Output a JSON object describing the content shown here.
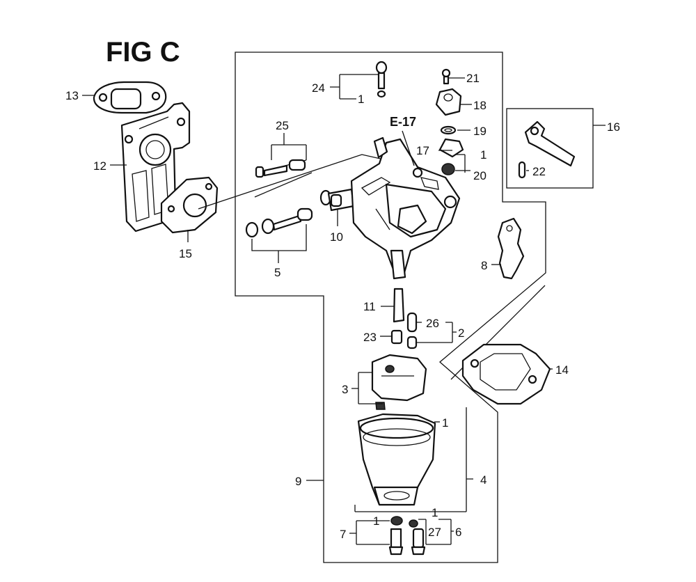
{
  "title": "FIG C",
  "reference": "E-17",
  "callouts": {
    "c1a": "1",
    "c1b": "1",
    "c1c": "1",
    "c1d": "1",
    "c1e": "1",
    "c2": "2",
    "c3": "3",
    "c4": "4",
    "c5": "5",
    "c6": "6",
    "c7": "7",
    "c8": "8",
    "c9": "9",
    "c10": "10",
    "c11": "11",
    "c12": "12",
    "c13": "13",
    "c14": "14",
    "c15": "15",
    "c16": "16",
    "c17": "17",
    "c18": "18",
    "c19": "19",
    "c20": "20",
    "c21": "21",
    "c22": "22",
    "c23": "23",
    "c24": "24",
    "c25": "25",
    "c26": "26",
    "c27": "27"
  }
}
